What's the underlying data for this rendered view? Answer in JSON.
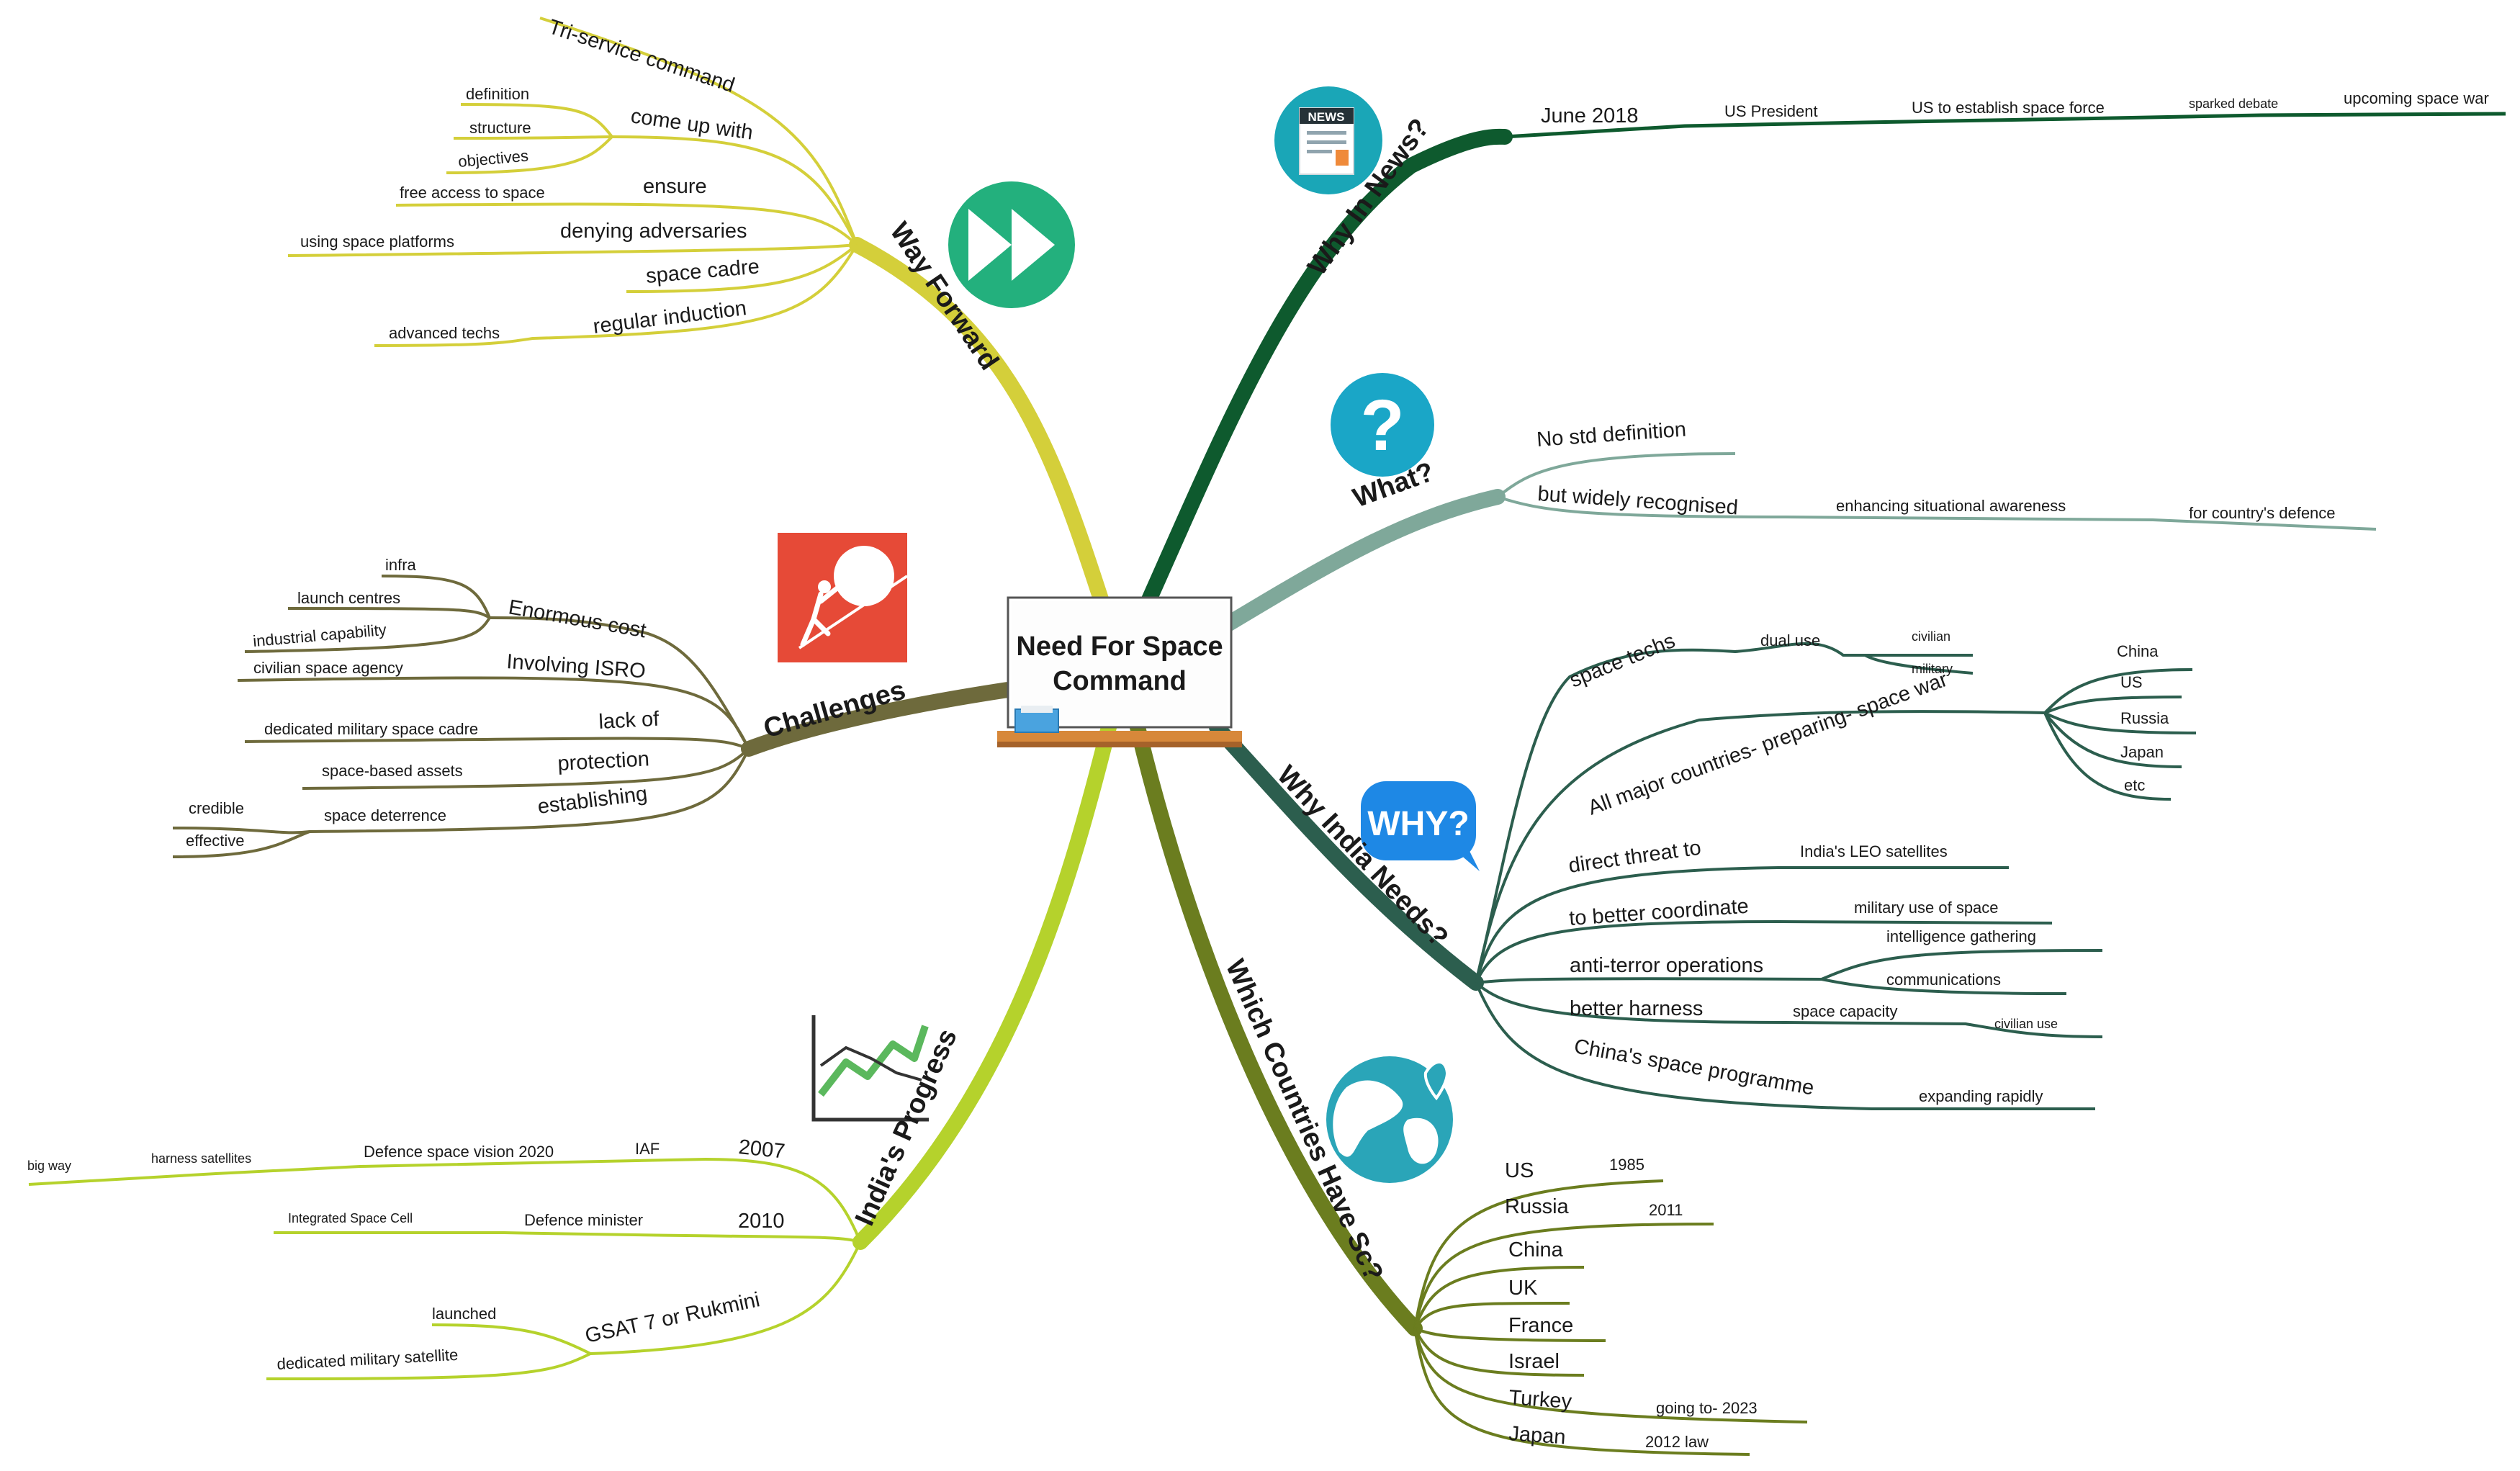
{
  "center": {
    "line1": "Need For Space",
    "line2": "Command"
  },
  "icons": {
    "news": {
      "name": "news-icon",
      "text": "NEWS",
      "color": "#1aa6b7"
    },
    "question": {
      "name": "question-icon",
      "text": "?",
      "color": "#1aa6c7"
    },
    "why": {
      "name": "why-bubble-icon",
      "text": "WHY?",
      "color": "#1e88e5"
    },
    "globe": {
      "name": "globe-icon",
      "color": "#2aa5b8"
    },
    "forward": {
      "name": "fast-forward-icon",
      "color": "#23b07d"
    },
    "challenge": {
      "name": "boulder-push-icon",
      "color": "#e64a37"
    },
    "progress": {
      "name": "trend-chart-icon",
      "color": "#5bb85d"
    }
  },
  "colors": {
    "why_in_news": "#0e5a2e",
    "what": "#7fa89a",
    "why_india": "#2c5e4e",
    "which_countries": "#6b7d1f",
    "indias_progress": "#b5d22c",
    "challenges": "#6e6a3c",
    "way_forward": "#d4cf3a"
  },
  "branches": {
    "why_in_news": {
      "label": "Why In News?",
      "june": "June 2018",
      "us_president": "US President",
      "establish": "US to establish space force",
      "sparked": "sparked debate",
      "upcoming": "upcoming space war"
    },
    "what": {
      "label": "What?",
      "no_std": "No std definition",
      "but_widely": "but widely recognised",
      "enhancing": "enhancing situational awareness",
      "for_defence": "for country's defence"
    },
    "why_india": {
      "label": "Why India Needs?",
      "space_techs": "space techs",
      "dual_use": "dual use",
      "civilian": "civilian",
      "military": "military",
      "all_major": "All major countries- preparing- space war",
      "countries": [
        "China",
        "US",
        "Russia",
        "Japan",
        "etc"
      ],
      "direct_threat": "direct threat to",
      "leo": "India's LEO satellites",
      "better_coord": "to better coordinate",
      "mil_use": "military use of space",
      "anti_terror": "anti-terror operations",
      "intel": "intelligence gathering",
      "comms": "communications",
      "better_harness": "better harness",
      "space_capacity": "space capacity",
      "civilian_use": "civilian use",
      "china_prog": "China's space programme",
      "expanding": "expanding rapidly"
    },
    "which_countries": {
      "label": "Which Countries Have Sc?",
      "us": "US",
      "us_year": "1985",
      "russia": "Russia",
      "russia_year": "2011",
      "china": "China",
      "uk": "UK",
      "france": "France",
      "israel": "Israel",
      "turkey": "Turkey",
      "turkey_note": "going to- 2023",
      "japan": "Japan",
      "japan_note": "2012 law"
    },
    "indias_progress": {
      "label": "India's Progress",
      "y2007": "2007",
      "iaf": "IAF",
      "vision": "Defence space vision 2020",
      "harness_sat": "harness satellites",
      "big_way": "big way",
      "y2010": "2010",
      "def_min": "Defence minister",
      "isc": "Integrated Space Cell",
      "gsat": "GSAT 7 or Rukmini",
      "launched": "launched",
      "dedicated_sat": "dedicated military satellite"
    },
    "challenges": {
      "label": "Challenges",
      "enormous": "Enormous cost",
      "infra": "infra",
      "launch_centres": "launch centres",
      "industrial": "industrial capability",
      "involving": "Involving ISRO",
      "civ_agency": "civilian space agency",
      "lack_of": "lack of",
      "ded_cadre": "dedicated military space cadre",
      "protection": "protection",
      "space_assets": "space-based assets",
      "establishing": "establishing",
      "deterrence": "space deterrence",
      "credible": "credible",
      "effective": "effective"
    },
    "way_forward": {
      "label": "Way Forward",
      "tri": "Tri-service command",
      "come_up": "come up with",
      "definition": "definition",
      "structure": "structure",
      "objectives": "objectives",
      "ensure": "ensure",
      "free_access": "free access to space",
      "denying": "denying adversaries",
      "using_platforms": "using space platforms",
      "cadre": "space cadre",
      "regular": "regular induction",
      "advanced": "advanced techs"
    }
  }
}
